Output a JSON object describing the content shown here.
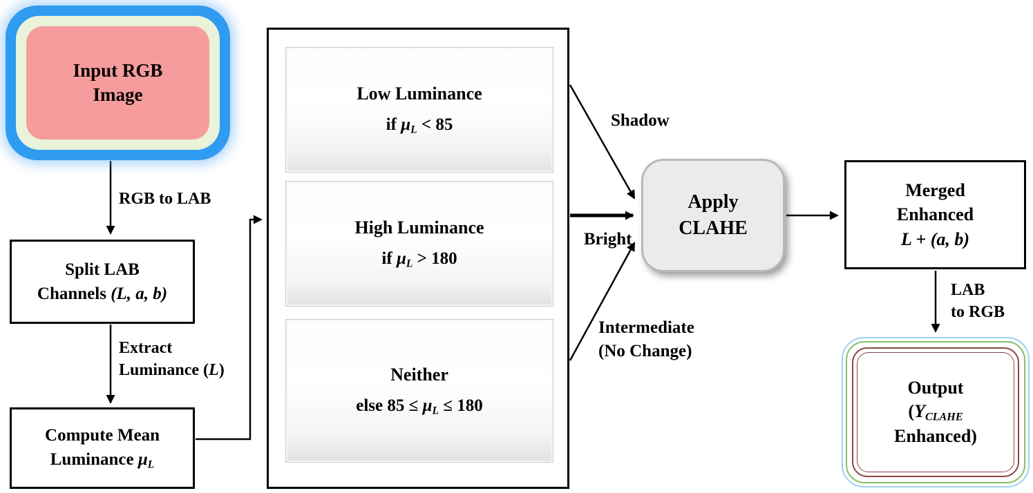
{
  "nodes": {
    "input": {
      "line1": "Input RGB",
      "line2": "Image"
    },
    "split": {
      "line1": "Split LAB",
      "line2_prefix": "Channels ",
      "line2_math": "(L, a, b)"
    },
    "mean": {
      "line1": "Compute Mean",
      "line2_prefix": "Luminance ",
      "mu": "μ",
      "sub": "L"
    },
    "low": {
      "title": "Low Luminance",
      "cond_prefix": "if ",
      "mu": "μ",
      "sub": "L",
      "cond_suffix": " < 85"
    },
    "high": {
      "title": "High Luminance",
      "cond_prefix": "if ",
      "mu": "μ",
      "sub": "L",
      "cond_suffix": " > 180"
    },
    "neither": {
      "title": "Neither",
      "cond_prefix": "else 85 ≤ ",
      "mu": "μ",
      "sub": "L",
      "cond_suffix": " ≤ 180"
    },
    "clahe": {
      "line1": "Apply",
      "line2": "CLAHE"
    },
    "merged": {
      "line1": "Merged",
      "line2": "Enhanced",
      "line3_math": "L",
      "line3_rest": " + (a, b)"
    },
    "output": {
      "line1": "Output",
      "line2_open": "(",
      "line2_y": "Y",
      "line2_sub": "CLAHE",
      "line3": "Enhanced)"
    }
  },
  "edge_labels": {
    "rgb_to_lab": "RGB to LAB",
    "extract_line1": "Extract",
    "extract_prefix": "Luminance (",
    "extract_math": "L",
    "extract_suffix": ")",
    "shadow": "Shadow",
    "bright": "Bright",
    "intermediate_line1": "Intermediate",
    "intermediate_line2": "(No Change)",
    "lab_line1": "LAB",
    "lab_line2": "to RGB"
  },
  "colors": {
    "input_outer_blue": "#2f9bf1",
    "input_mid_green": "#e9f3da",
    "input_inner_pink": "#f69c9c",
    "clahe_fill": "#ebebeb",
    "clahe_border": "#b9b9b9",
    "output_border_blue": "#9fd0ee",
    "output_border_green": "#86bf6a",
    "output_border_maroon": "#8a4444",
    "arrow": "#000000"
  }
}
